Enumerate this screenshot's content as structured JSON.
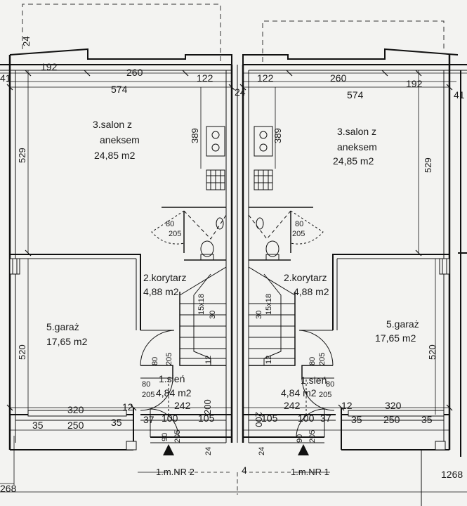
{
  "rooms": {
    "left": {
      "salon_name_1": "3.salon z",
      "salon_name_2": "aneksem",
      "salon_area": "24,85 m2",
      "korytarz_name": "2.korytarz",
      "korytarz_area": "4,88 m2",
      "garaz_name": "5.garaż",
      "garaz_area": "17,65 m2",
      "sien_name": "1.sień",
      "sien_area": "4,84 m2"
    },
    "right": {
      "salon_name_1": "3.salon z",
      "salon_name_2": "aneksem",
      "salon_area": "24,85 m2",
      "korytarz_name": "2.korytarz",
      "korytarz_area": "4,88 m2",
      "garaz_name": "5.garaż",
      "garaz_area": "17,65 m2",
      "sien_name": "1.sień",
      "sien_area": "4,84 m2"
    }
  },
  "units": {
    "left_label": "1.m.NR 2",
    "right_label": "1.m.NR 1"
  },
  "dimensions": {
    "left": {
      "top_24": "24",
      "d41": "41",
      "d192": "192",
      "d260": "260",
      "d122": "122",
      "d574": "574",
      "d24_mid": "24",
      "d529": "529",
      "d389": "389",
      "d80_wc": "80",
      "d205_wc": "205",
      "d520": "520",
      "stair": "15x18",
      "d30": "30",
      "d80_door": "80",
      "d205_door": "205",
      "d12": "12",
      "d80_s": "80",
      "d205_s": "205",
      "d200": "200",
      "d320": "320",
      "d12b": "12",
      "d242": "242",
      "d35a": "35",
      "d250": "250",
      "d35b": "35",
      "d37": "37",
      "d100": "100",
      "d105": "105",
      "d90": "90",
      "d205_entry": "205",
      "d24_bot": "24",
      "d268": "268"
    },
    "right": {
      "d122": "122",
      "d260": "260",
      "d192": "192",
      "d41": "41",
      "d574": "574",
      "d389": "389",
      "d529": "529",
      "d80_wc": "80",
      "d205_wc": "205",
      "stair": "15x18",
      "d30": "30",
      "d80_door": "80",
      "d205_door": "205",
      "d12": "12",
      "d80_s": "80",
      "d205_s": "205",
      "d200": "200",
      "d520": "520",
      "d242": "242",
      "d12b": "12",
      "d320": "320",
      "d105": "105",
      "d100": "100",
      "d37": "37",
      "d35a": "35",
      "d250": "250",
      "d35b": "35",
      "d90": "90",
      "d205_entry": "205",
      "d24_bot": "24",
      "d1268": "1268"
    },
    "center_4": "4"
  }
}
